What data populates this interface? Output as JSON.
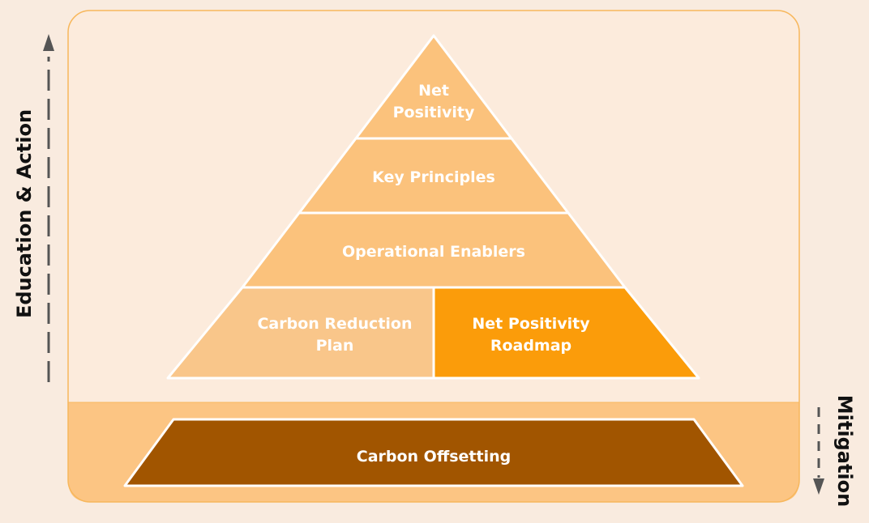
{
  "side_labels": {
    "left": "Education & Action",
    "right": "Mitigation"
  },
  "pyramid": {
    "tier1": [
      "Net",
      "Positivity"
    ],
    "tier2": "Key Principles",
    "tier3": "Operational Enablers",
    "tier4_left": [
      "Carbon Reduction",
      "Plan"
    ],
    "tier4_right": [
      "Net Positivity",
      "Roadmap"
    ]
  },
  "base": "Carbon Offsetting",
  "colors": {
    "background": "#F9EBDF",
    "panel": "#FCEBDC",
    "panel_border": "#F7B75C",
    "band": "#FCC583",
    "tier": "#FBC27C",
    "tier_light": "#F9C68A",
    "highlight": "#FB9C0A",
    "base": "#A15500",
    "arrow": "#555555"
  }
}
